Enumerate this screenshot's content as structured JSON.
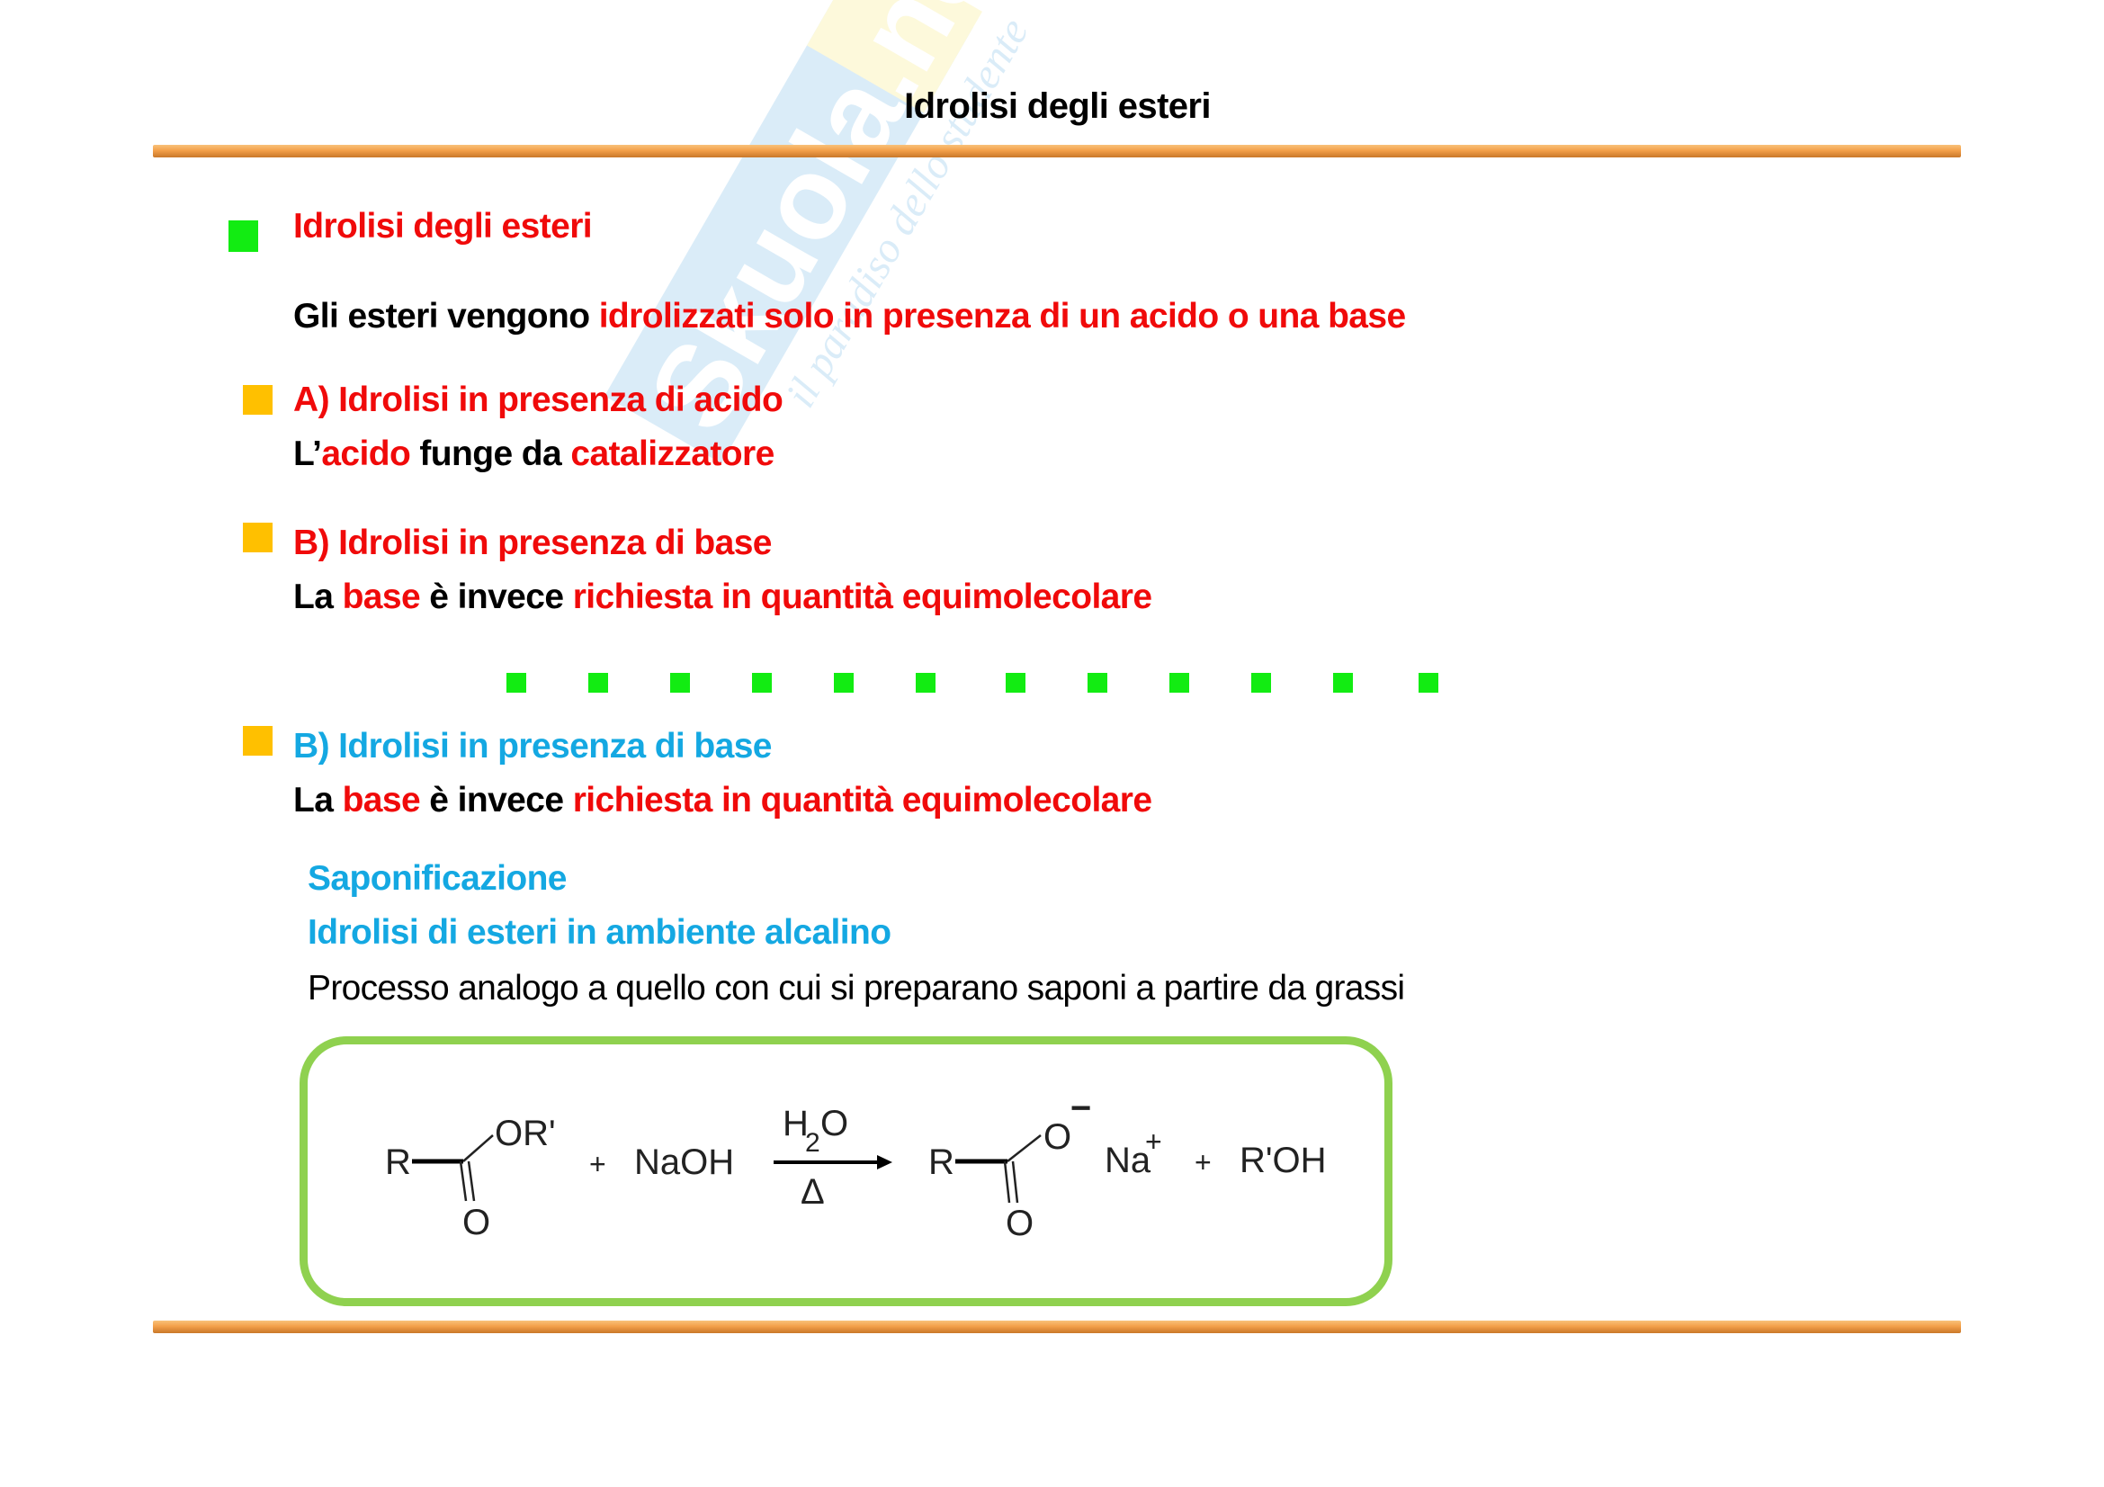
{
  "header": {
    "title": "Idrolisi degli esteri"
  },
  "watermark": {
    "brand": "Skuola.net",
    "tagline": "il paradiso dello studente"
  },
  "section": {
    "heading": "Idrolisi degli esteri",
    "intro_plain": "Gli esteri vengono ",
    "intro_red": "idrolizzati solo in presenza di un acido o una base"
  },
  "item_a": {
    "title": "A) Idrolisi in presenza di acido",
    "l1": "L’",
    "l2": "acido",
    "l3": " funge da ",
    "l4": "catalizzatore"
  },
  "item_b": {
    "title": "B) Idrolisi in presenza di base",
    "l1": "La ",
    "l2": "base",
    "l3": " è invece ",
    "l4": "richiesta in quantità equimolecolare"
  },
  "item_b2": {
    "title": "B) Idrolisi in presenza di base",
    "l1": "La ",
    "l2": "base",
    "l3": " è invece ",
    "l4": "richiesta in quantità equimolecolare"
  },
  "saponification": {
    "title": "Saponificazione",
    "subtitle": "Idrolisi di esteri in ambiente alcalino",
    "description": "Processo analogo a quello con cui si preparano saponi a partire da grassi"
  },
  "reaction": {
    "r1": "R",
    "or": "OR'",
    "o1": "O",
    "plus1": "+",
    "naoh": "NaOH",
    "h": "H",
    "sub2": "2",
    "o_w": "O",
    "delta": "Δ",
    "r2": "R",
    "o_minus": "O",
    "minus": "−",
    "o2": "O",
    "na": "Na",
    "na_plus": "+",
    "plus2": "+",
    "roh": "R'OH"
  },
  "colors": {
    "red": "#f00a0a",
    "cyan": "#14a8e2",
    "green": "#12ec12",
    "orange": "#ffc000",
    "box": "#8fd14f"
  }
}
